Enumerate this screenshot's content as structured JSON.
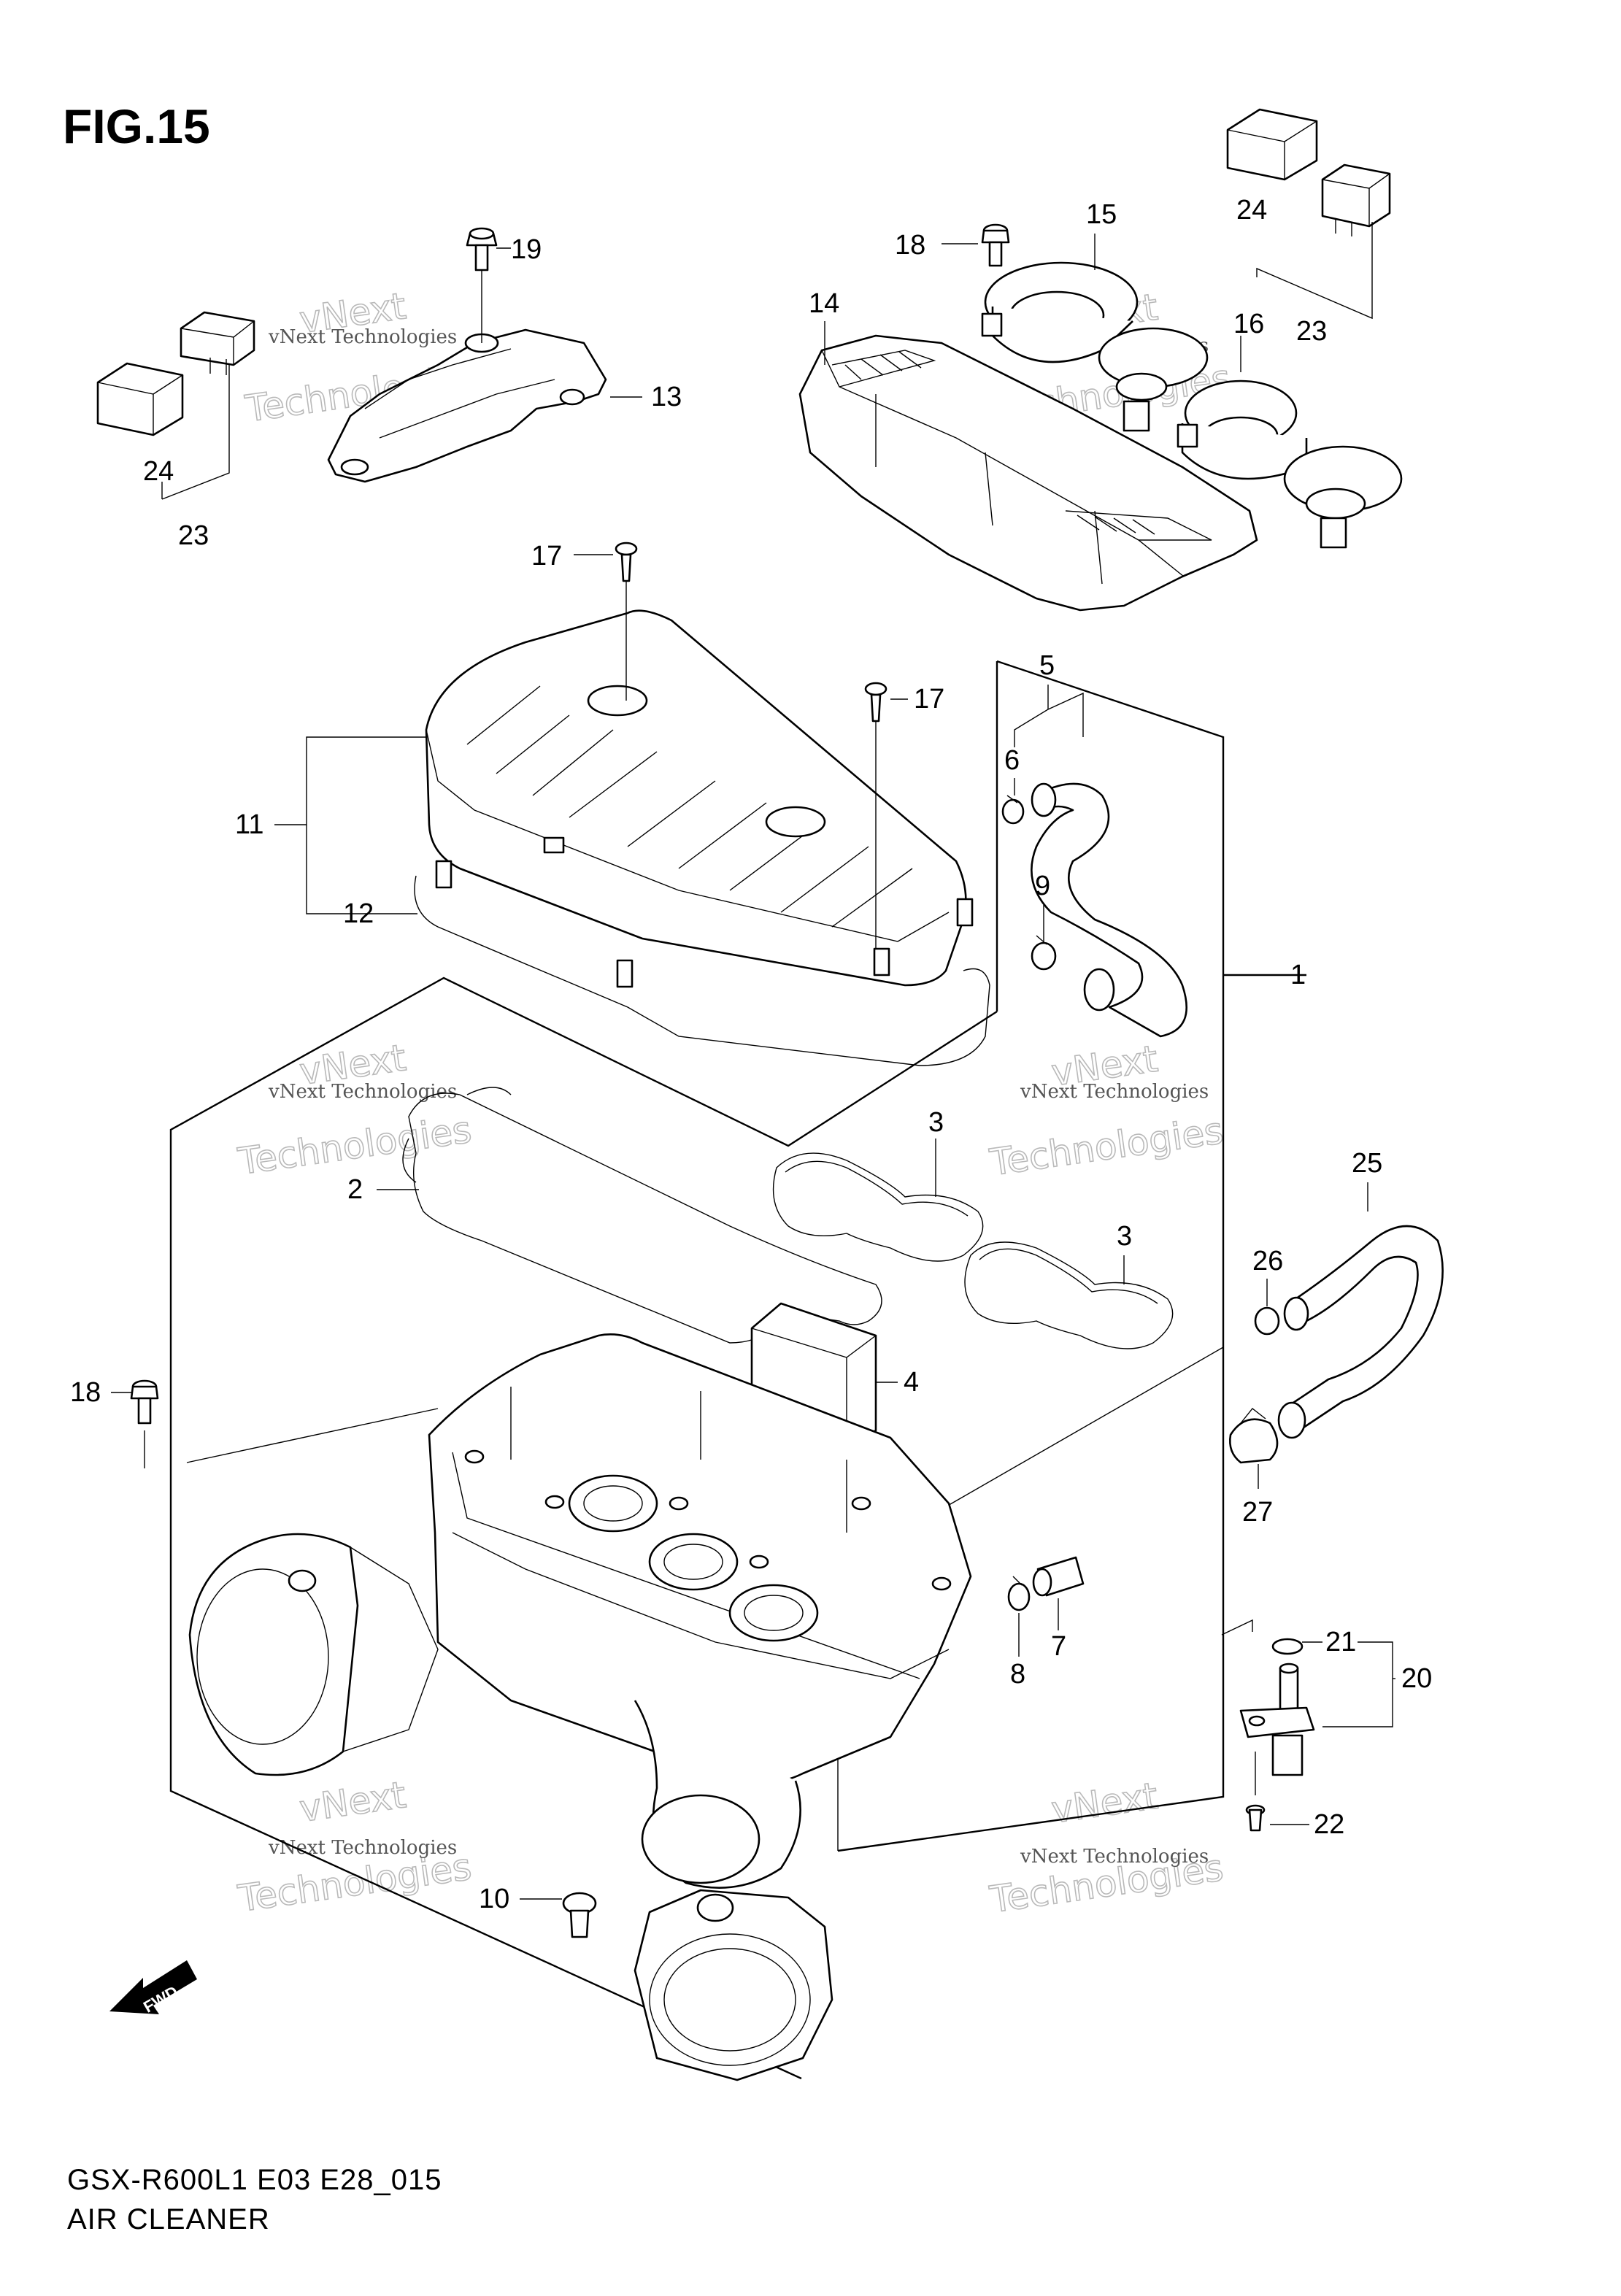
{
  "figure": {
    "title": "FIG.15",
    "code": "GSX-R600L1 E03 E28_015",
    "caption": "AIR CLEANER"
  },
  "watermark": {
    "line1": "vNext Technologies",
    "line2": "Technologies",
    "line3": "vNext"
  },
  "direction_badge": "FWD",
  "callouts": {
    "c1": "1",
    "c2": "2",
    "c3a": "3",
    "c3b": "3",
    "c4": "4",
    "c5": "5",
    "c6": "6",
    "c7": "7",
    "c8": "8",
    "c9": "9",
    "c10": "10",
    "c11": "11",
    "c12": "12",
    "c13": "13",
    "c14": "14",
    "c15": "15",
    "c16": "16",
    "c17a": "17",
    "c17b": "17",
    "c18a": "18",
    "c18b": "18",
    "c19": "19",
    "c20": "20",
    "c21": "21",
    "c22": "22",
    "c23a": "23",
    "c23b": "23",
    "c24a": "24",
    "c24b": "24",
    "c25": "25",
    "c26": "26",
    "c27": "27"
  }
}
